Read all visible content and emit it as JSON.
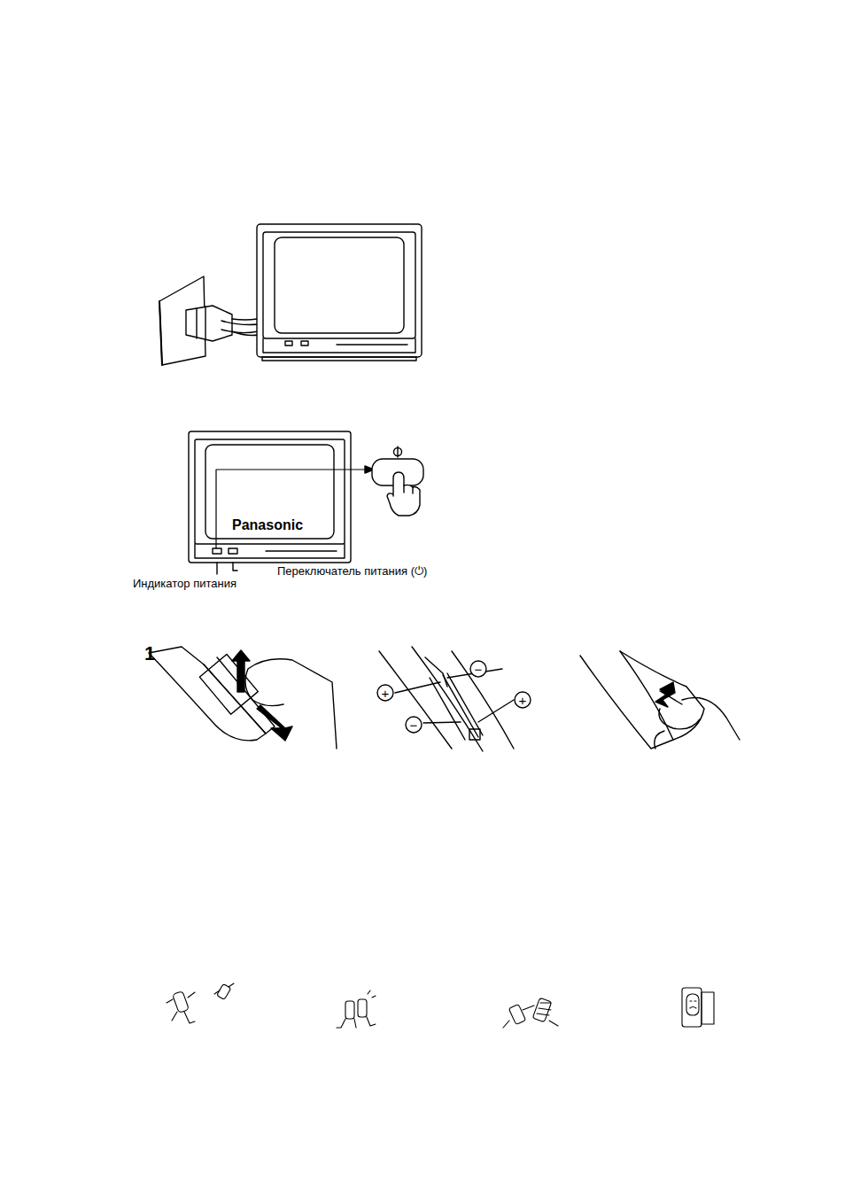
{
  "diagram": {
    "labels": [
      "Panasonic",
      "Индикатор питания",
      "Переключатель питания (⏻)",
      "1",
      "+",
      "−",
      "+",
      "−"
    ]
  }
}
